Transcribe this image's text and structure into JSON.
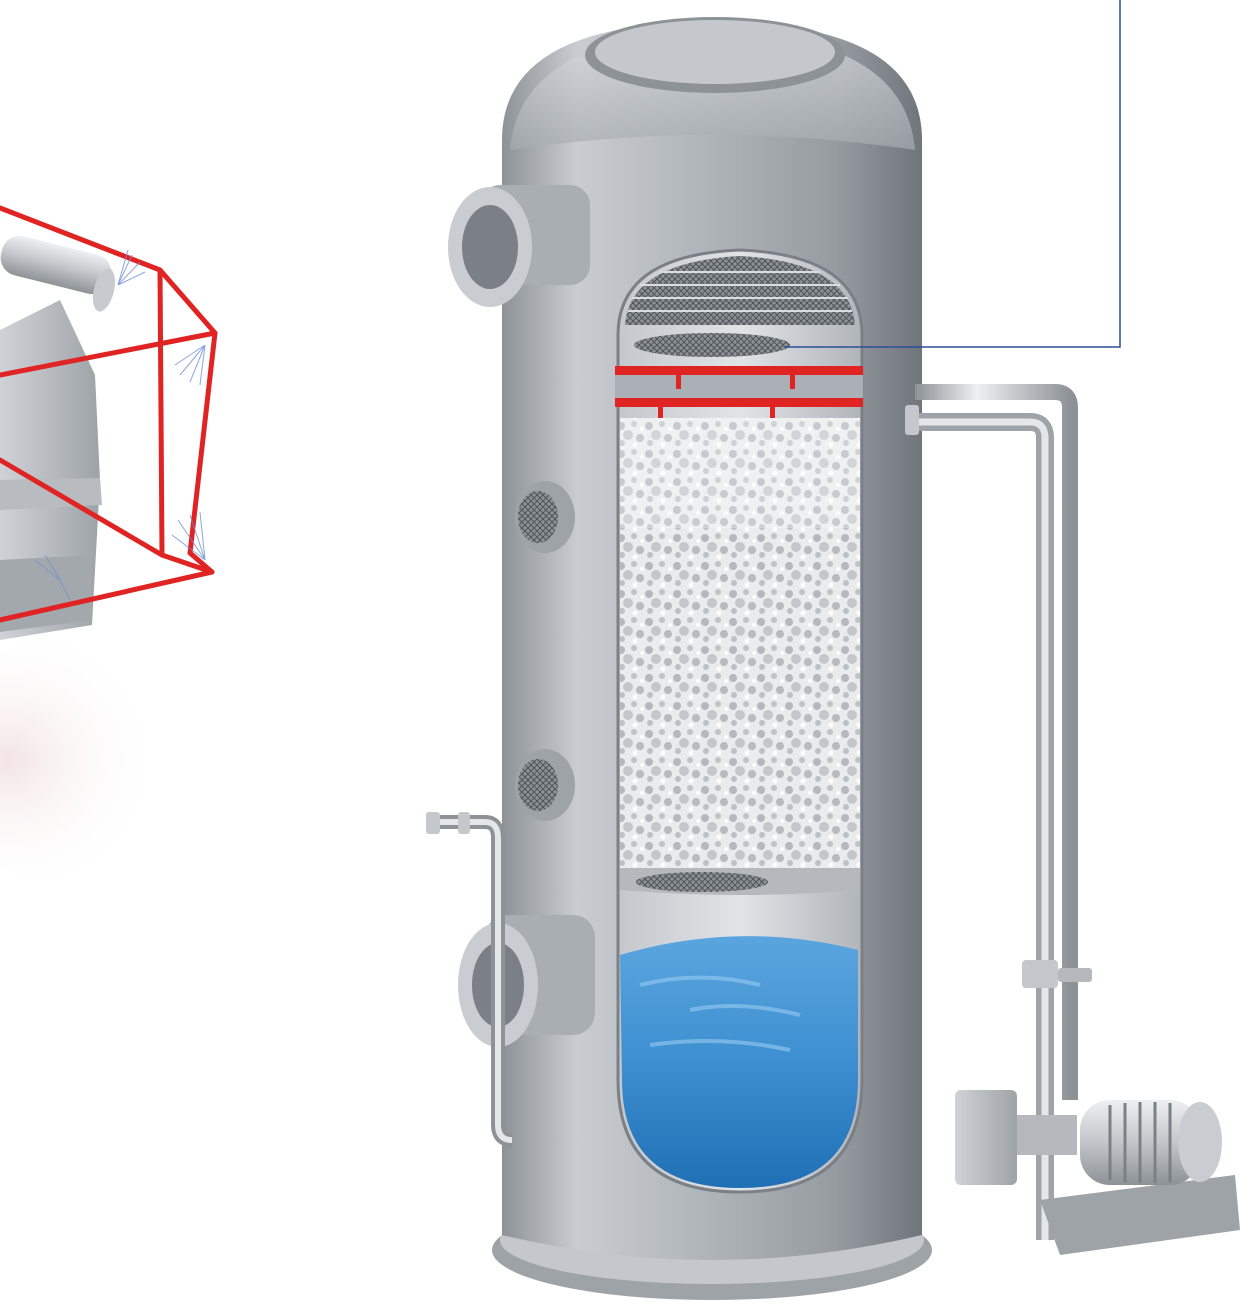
{
  "figure": {
    "text_labels": [],
    "colors": {
      "background": "#ffffff",
      "steel_light": "#d9dde1",
      "steel_mid": "#a9aeb3",
      "steel_dark": "#6f757b",
      "spray_pipe": "#e02424",
      "liquid": "#3d8fd1",
      "liquid_dark": "#1f6fb4",
      "leader_line": "#2a4f9a",
      "packing_light": "#f2f3f4",
      "packing_dark": "#8b9096"
    },
    "components": [
      "packed-scrubber-tower",
      "mist-eliminator",
      "spray-header",
      "packing-bed",
      "support-grid",
      "liquid-sump",
      "gas-inlet-nozzle",
      "gas-outlet-nozzle",
      "sight-glass",
      "recirculation-pipe",
      "recirculation-pump",
      "makeup-water-pipe",
      "leader-line",
      "spray-box-illustration"
    ]
  }
}
